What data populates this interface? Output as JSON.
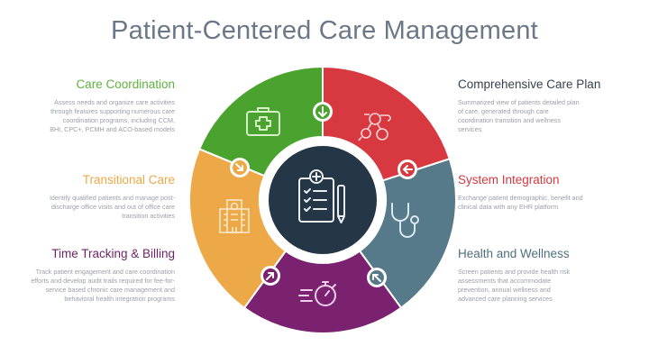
{
  "title": "Patient-Centered Care Management",
  "colors": {
    "green": "#4aa32f",
    "red": "#d8383f",
    "slate": "#567a89",
    "purple": "#7a2270",
    "orange": "#eda847",
    "center": "#253746",
    "title": "#6b7888"
  },
  "center": {
    "icon": "clipboard-checklist-icon"
  },
  "left": [
    {
      "heading": "Care Coordination",
      "color": "#5eb23f",
      "text": "Assess needs and organize care activities through features supporting numerous care coordination programs, including CCM, BHI, CPC+, PCMH and ACO-based models",
      "icon": "medical-kit-icon",
      "arrow": "arrow-down-icon"
    },
    {
      "heading": "Transitional Care",
      "color": "#eda847",
      "text": "Identify qualified patients and manage post-discharge office visits and out of office care transition activities",
      "icon": "hospital-building-icon",
      "arrow": "arrow-down-right-icon"
    },
    {
      "heading": "Time Tracking & Billing",
      "color": "#6e2566",
      "text": "Track patient engagement and care coordination efforts and develop audit trails required for fee-for-service based chronic care management and behavioral health integration programs",
      "icon": "stopwatch-icon",
      "arrow": "arrow-up-right-icon"
    }
  ],
  "right": [
    {
      "heading": "Comprehensive Care Plan",
      "color": "#37414d",
      "text": "Summarized view of patients detailed plan of care, generated through care coordination transition and wellness services",
      "icon": "care-team-network-icon",
      "arrow": "arrow-left-icon"
    },
    {
      "heading": "System Integration",
      "color": "#d8383f",
      "text": "Exchange patient demographic, benefit and clinical data with any EHR platform",
      "icon": "stethoscope-icon",
      "arrow": "arrow-up-left-icon"
    },
    {
      "heading": "Health and Wellness",
      "color": "#4e6f7e",
      "text": "Screen patients and provide health risk assessments that accommodate prevention, annual wellness and advanced care planning services",
      "icon": "",
      "arrow": ""
    }
  ]
}
